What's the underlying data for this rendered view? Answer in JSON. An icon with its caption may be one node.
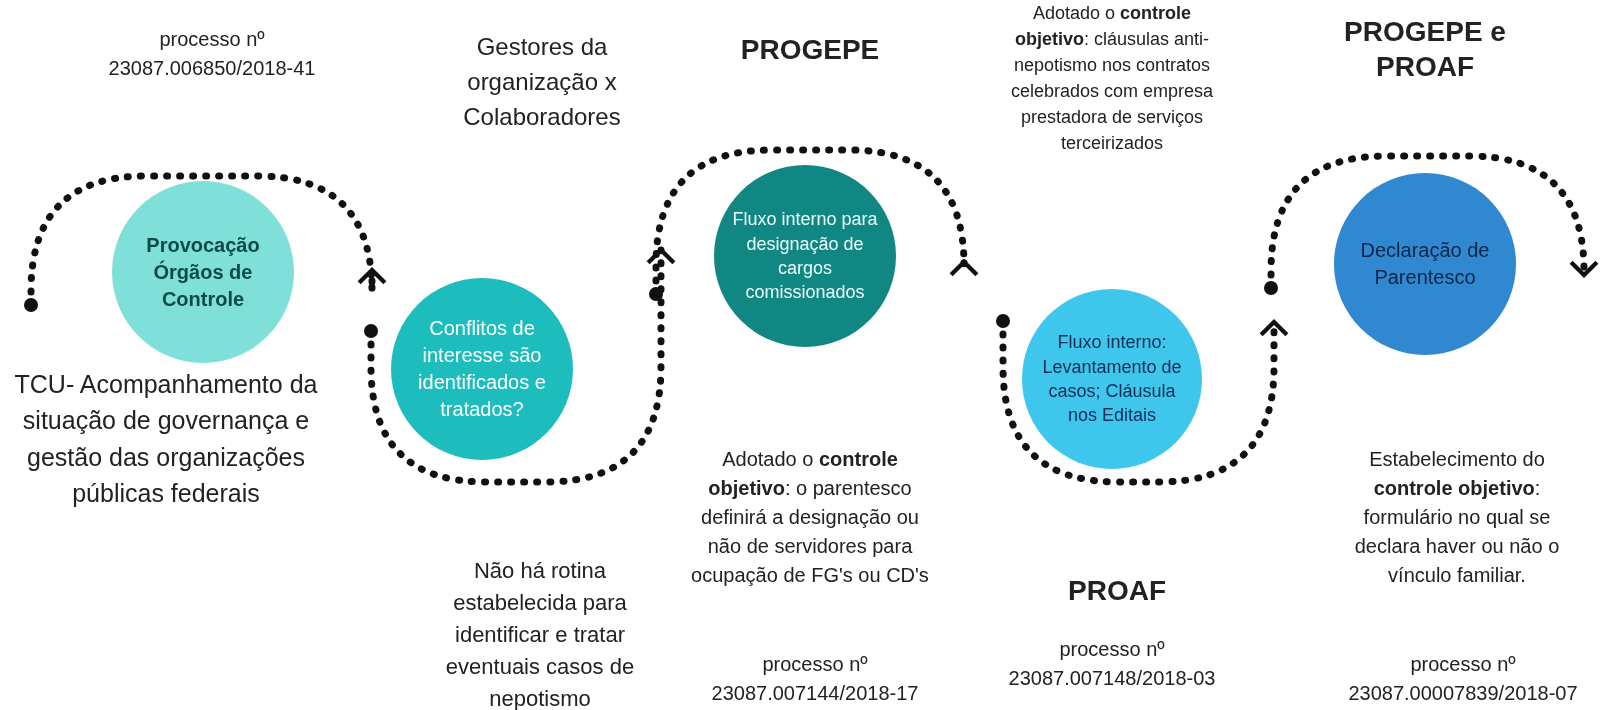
{
  "diagram": {
    "nodes": [
      {
        "text": [
          "Provocação Órgãos de Controle"
        ]
      },
      {
        "text": [
          "Conflitos de interesse são identificados e tratados?"
        ]
      },
      {
        "text": [
          "Fluxo interno para designação de cargos comissionados"
        ]
      },
      {
        "text": [
          "Fluxo interno: Levantamento de casos; Cláusula nos Editais"
        ]
      },
      {
        "text": [
          "Declaração de Parentesco"
        ]
      }
    ],
    "labels": [
      "processo nº 23087.006850/2018-41",
      "Gestores da organização x Colaboradores",
      "PROGEPE",
      "Adotado o **controle objetivo**: cláusulas anti-nepotismo nos contratos celebrados com empresa prestadora de serviços terceirizados",
      "PROGEPE e PROAF",
      "TCU- Acompanhamento da situação de governança e gestão das organizações públicas federais",
      "Adotado o **controle objetivo**: o parentesco definirá a designação ou não de servidores para ocupação de FG's ou CD's",
      "Estabelecimento do **controle objetivo**: formulário no qual se declara haver ou não o vínculo familiar.",
      "Não há rotina estabelecida para identificar e tratar eventuais casos de nepotismo",
      "PROAF",
      "processo nº 23087.007148/2018-03",
      "processo nº 23087.007144/2018-17",
      "processo nº 23087.00007839/2018-07"
    ]
  }
}
